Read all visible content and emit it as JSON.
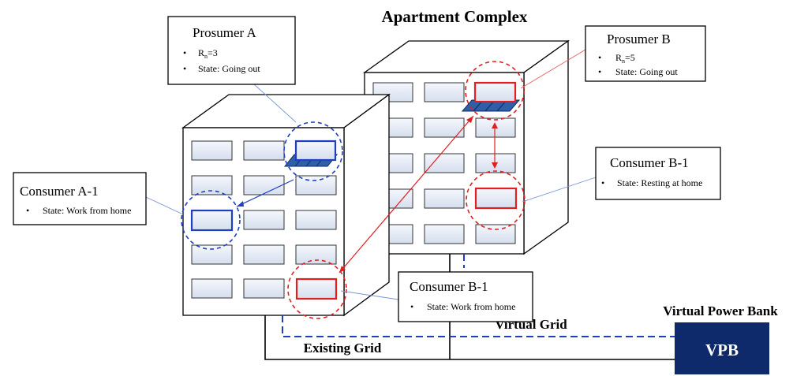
{
  "title": "Apartment Complex",
  "prosumer_a": {
    "name": "Prosumer A",
    "rn_main": "R",
    "rn_sub": "n",
    "rn_value": "=3",
    "state": "State: Going out"
  },
  "prosumer_b": {
    "name": "Prosumer B",
    "rn_main": "R",
    "rn_sub": "n",
    "rn_value": "=5",
    "state": "State: Going out"
  },
  "consumer_a1": {
    "name": "Consumer A-1",
    "state": "State: Work from home"
  },
  "consumer_b1_right": {
    "name": "Consumer B-1",
    "state": "State: Resting at home"
  },
  "consumer_b1_bottom": {
    "name": "Consumer B-1",
    "state": "State: Work from home"
  },
  "labels": {
    "virtual_grid": "Virtual Grid",
    "existing_grid": "Existing Grid",
    "virtual_power_bank": "Virtual Power Bank",
    "vpb": "VPB",
    "bullet": "•"
  },
  "colors": {
    "blue_highlight": "#1f3fbf",
    "red_highlight": "#e02020",
    "vpb_fill": "#0f2a6b",
    "window_fill": "#e8edf6",
    "solar_panel": "#2e5fa8",
    "building_front": "#ffffff",
    "building_side": "#ffffff"
  }
}
